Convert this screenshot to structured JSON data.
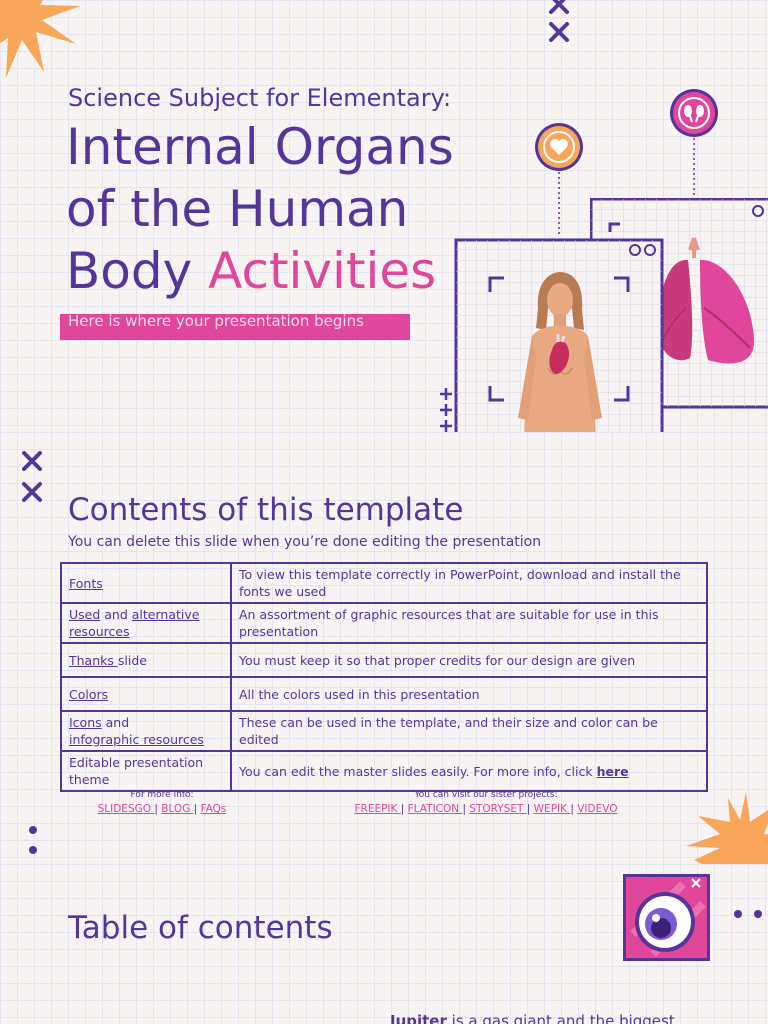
{
  "slide1": {
    "subtitle": "Science Subject for Elementary:",
    "title_line1": "Internal Organs",
    "title_line2": "of the Human",
    "title_line3_plain": "Body ",
    "title_line3_accent": "Activities",
    "tagline": "Here is where your presentation begins"
  },
  "slide2": {
    "title": "Contents of this template",
    "subtitle": "You can delete this slide when you’re done editing the presentation",
    "rows": [
      {
        "link": "Fonts",
        "desc": "To view this template correctly in PowerPoint, download and install the fonts we used"
      },
      {
        "link_a": "Used",
        "mid": " and ",
        "link_b": "alternative resources",
        "desc": "An assortment of graphic resources that are suitable for use in this presentation"
      },
      {
        "link": "Thanks ",
        "after": "slide",
        "desc": "You must keep it so that proper credits for our design are given"
      },
      {
        "link": "Colors",
        "desc": "All the colors used in this presentation"
      },
      {
        "link_a": "Icons",
        "mid": " and",
        "link_b": "infographic resources",
        "desc": "These can be used in the template, and their size and color can be edited"
      },
      {
        "text": "Editable presentation theme",
        "desc": "You can edit the master slides easily. For more info, click ",
        "link": "here"
      }
    ],
    "footer_left_label": "For more info:",
    "footer_left_links": [
      "SLIDESGO ",
      "BLOG ",
      "FAQs"
    ],
    "footer_right_label": "You can visit our sister projects:",
    "footer_right_links": [
      "FREEPIK ",
      "FLATICON ",
      "STORYSET ",
      "WEPIK ",
      "VIDEVO"
    ],
    "separator": " | "
  },
  "slide3": {
    "title": "Table of contents",
    "jupiter_bold": "Jupiter",
    "jupiter_text": " is a gas giant and the biggest"
  },
  "colors": {
    "purple": "#55359a",
    "pink": "#e0479b",
    "orange": "#f7a65a",
    "background": "#f8f4f3"
  }
}
